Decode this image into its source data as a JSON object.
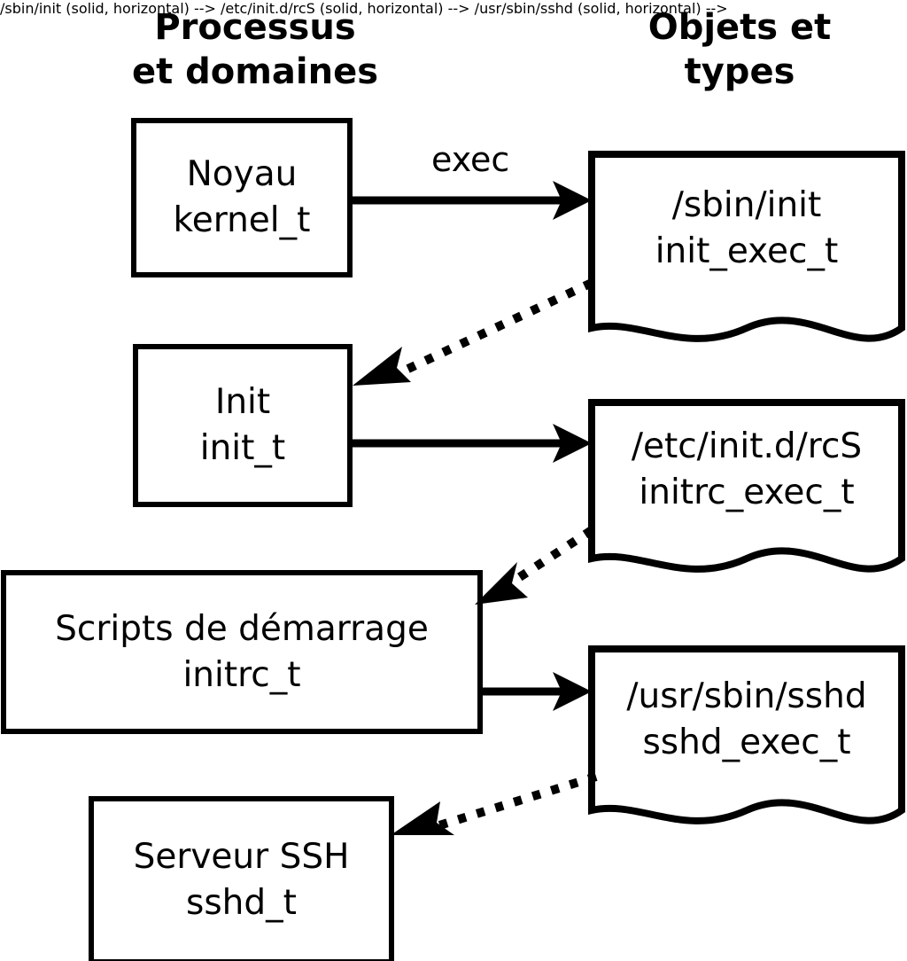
{
  "diagram": {
    "title_left": "Processus\net domaines",
    "title_right": "Objets et\ntypes",
    "stroke_color": "#000000",
    "background_color": "#ffffff"
  },
  "processes": [
    {
      "id": "kernel",
      "line1": "Noyau",
      "line2": "kernel_t"
    },
    {
      "id": "init",
      "line1": "Init",
      "line2": "init_t"
    },
    {
      "id": "initrc",
      "line1": "Scripts de démarrage",
      "line2": "initrc_t"
    },
    {
      "id": "sshd",
      "line1": "Serveur SSH",
      "line2": "sshd_t"
    }
  ],
  "objects": [
    {
      "id": "init_exec",
      "line1": "/sbin/init",
      "line2": "init_exec_t"
    },
    {
      "id": "initrc_exec",
      "line1": "/etc/init.d/rcS",
      "line2": "initrc_exec_t"
    },
    {
      "id": "sshd_exec",
      "line1": "/usr/sbin/sshd",
      "line2": "sshd_exec_t"
    }
  ],
  "edges": [
    {
      "id": "kernel-exec-init_exec",
      "label": "exec",
      "style": "solid",
      "from": "kernel",
      "to": "init_exec"
    },
    {
      "id": "init_exec-to-init",
      "label": "",
      "style": "dotted",
      "from": "init_exec",
      "to": "init"
    },
    {
      "id": "init-exec-initrc_exec",
      "label": "",
      "style": "solid",
      "from": "init",
      "to": "initrc_exec"
    },
    {
      "id": "initrc_exec-to-initrc",
      "label": "",
      "style": "dotted",
      "from": "initrc_exec",
      "to": "initrc"
    },
    {
      "id": "initrc-exec-sshd_exec",
      "label": "",
      "style": "solid",
      "from": "initrc",
      "to": "sshd_exec"
    },
    {
      "id": "sshd_exec-to-sshd",
      "label": "",
      "style": "dotted",
      "from": "sshd_exec",
      "to": "sshd"
    }
  ]
}
